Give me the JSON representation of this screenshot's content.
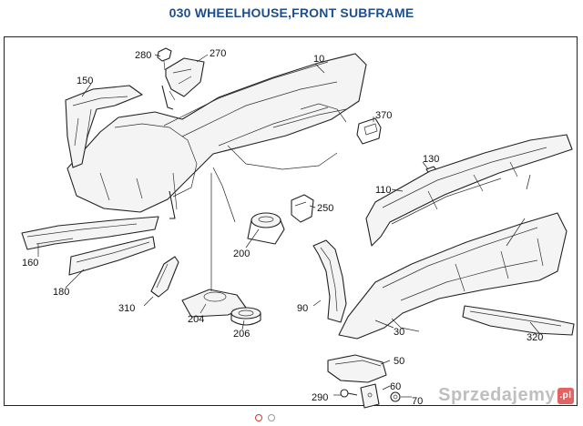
{
  "title": "030 WHEELHOUSE,FRONT SUBFRAME",
  "watermark": {
    "text": "Sprzedajemy",
    "badge": ".pl"
  },
  "carousel": {
    "count": 2,
    "active_index": 0
  },
  "parts": [
    {
      "key": "p280",
      "label": "280"
    },
    {
      "key": "p270",
      "label": "270"
    },
    {
      "key": "p10",
      "label": "10"
    },
    {
      "key": "p150",
      "label": "150"
    },
    {
      "key": "p370",
      "label": "370"
    },
    {
      "key": "p130",
      "label": "130"
    },
    {
      "key": "p110",
      "label": "110"
    },
    {
      "key": "p250",
      "label": "250"
    },
    {
      "key": "p200",
      "label": "200"
    },
    {
      "key": "p160",
      "label": "160"
    },
    {
      "key": "p180",
      "label": "180"
    },
    {
      "key": "p310",
      "label": "310"
    },
    {
      "key": "p204",
      "label": "204"
    },
    {
      "key": "p206",
      "label": "206"
    },
    {
      "key": "p90",
      "label": "90"
    },
    {
      "key": "p30",
      "label": "30"
    },
    {
      "key": "p320",
      "label": "320"
    },
    {
      "key": "p50",
      "label": "50"
    },
    {
      "key": "p290",
      "label": "290"
    },
    {
      "key": "p60",
      "label": "60"
    },
    {
      "key": "p70",
      "label": "70"
    }
  ]
}
